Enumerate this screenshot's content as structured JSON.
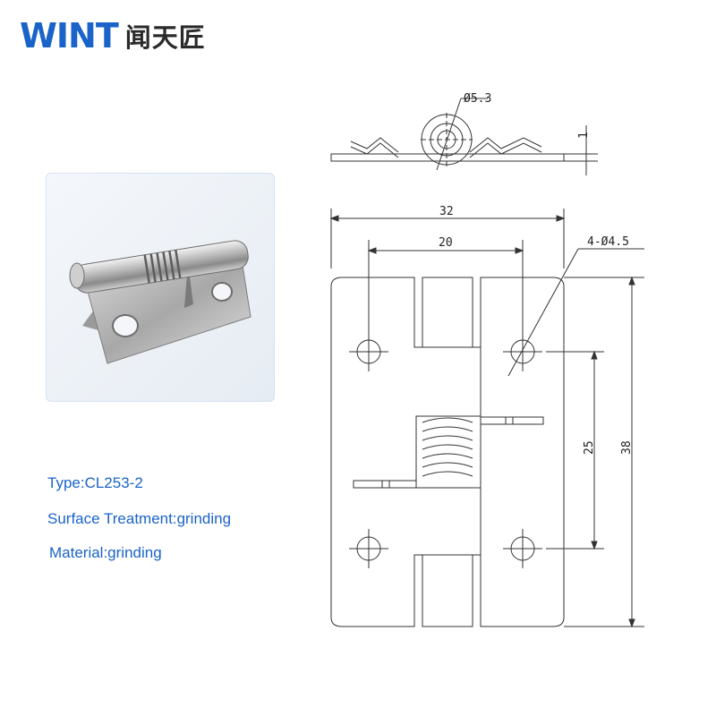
{
  "brand": {
    "latin": "WINT",
    "cjk": "闻天匠",
    "latin_color": "#1a63c9",
    "cjk_color": "#2a2a2a"
  },
  "product_photo": {
    "icon": "spring-hinge-photo"
  },
  "specs": {
    "type": "Type:CL253-2",
    "surface": "Surface Treatment:grinding",
    "material": "Material:grinding",
    "color": "#1a63c9"
  },
  "drawing": {
    "pin_diameter": "Ø5.3",
    "thickness": "1",
    "overall_width": "32",
    "hole_spacing_x": "20",
    "holes": "4-Ø4.5",
    "hole_spacing_y": "25",
    "overall_height": "38"
  }
}
